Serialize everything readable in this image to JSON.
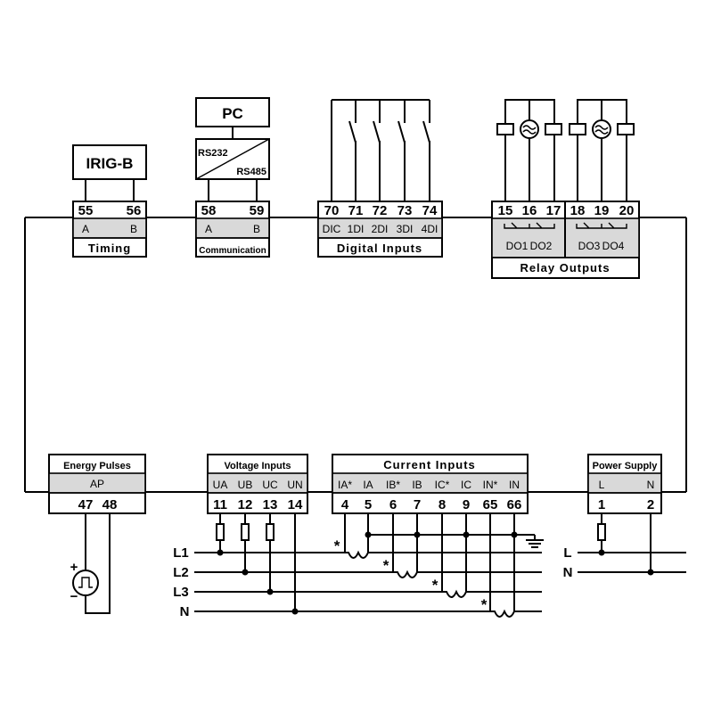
{
  "irig": {
    "title": "IRIG-B",
    "pins": [
      "55",
      "56"
    ],
    "subs": [
      "A",
      "B"
    ],
    "label": "Timing"
  },
  "comm": {
    "pc": "PC",
    "rs232": "RS232",
    "rs485": "RS485",
    "pins": [
      "58",
      "59"
    ],
    "subs": [
      "A",
      "B"
    ],
    "label": "Communication"
  },
  "digital": {
    "pins": [
      "70",
      "71",
      "72",
      "73",
      "74"
    ],
    "subs": [
      "DIC",
      "1DI",
      "2DI",
      "3DI",
      "4DI"
    ],
    "label": "Digital  Inputs"
  },
  "relay": {
    "pins": [
      "15",
      "16",
      "17",
      "18",
      "19",
      "20"
    ],
    "subs": [
      "DO1",
      "DO2",
      "DO3",
      "DO4"
    ],
    "label": "Relay  Outputs"
  },
  "energy": {
    "label": "Energy Pulses",
    "sub": "AP",
    "pins": [
      "47",
      "48"
    ]
  },
  "voltage": {
    "label": "Voltage Inputs",
    "subs": [
      "UA",
      "UB",
      "UC",
      "UN"
    ],
    "pins": [
      "11",
      "12",
      "13",
      "14"
    ]
  },
  "current": {
    "label": "Current  Inputs",
    "subs": [
      "IA*",
      "IA",
      "IB*",
      "IB",
      "IC*",
      "IC",
      "IN*",
      "IN"
    ],
    "pins": [
      "4",
      "5",
      "6",
      "7",
      "8",
      "9",
      "65",
      "66"
    ]
  },
  "power": {
    "label": "Power Supply",
    "subs": [
      "L",
      "N"
    ],
    "pins": [
      "1",
      "2"
    ],
    "lines": [
      "L",
      "N"
    ]
  },
  "lines": [
    "L1",
    "L2",
    "L3",
    "N"
  ],
  "star": "*",
  "plus": "+",
  "minus": "−"
}
